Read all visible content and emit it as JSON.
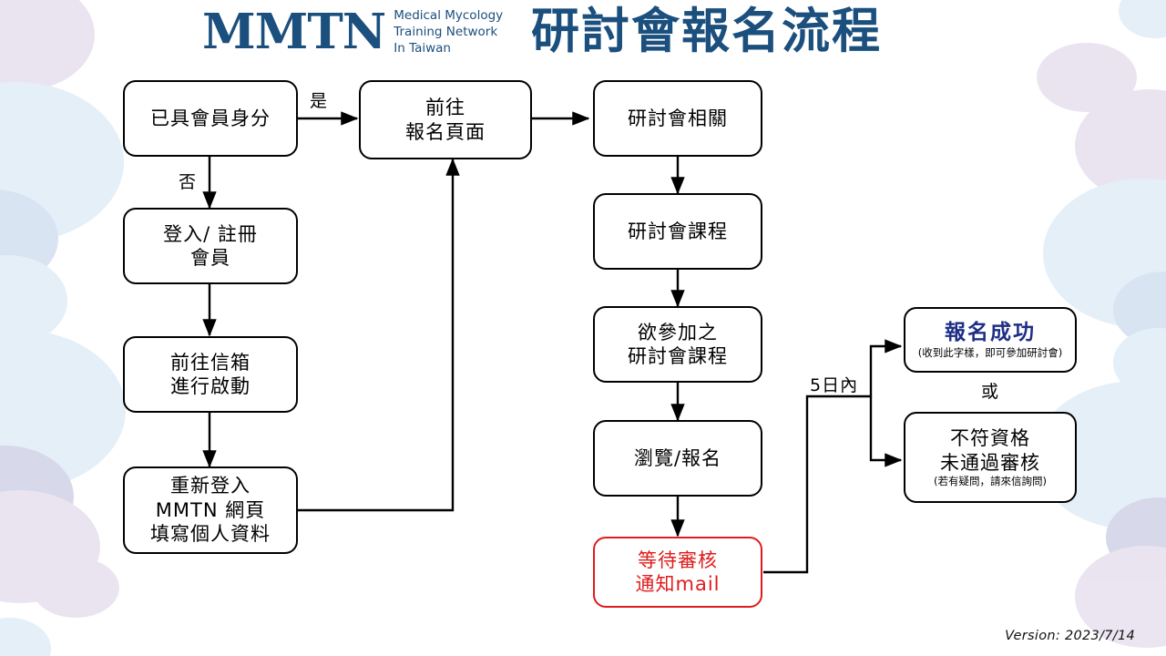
{
  "header": {
    "logo_mark": "MMTN",
    "logo_sub_line1": "Medical Mycology",
    "logo_sub_line2": "Training Network",
    "logo_sub_line3": "In Taiwan",
    "title": "研討會報名流程",
    "brand_color": "#1b4f7e"
  },
  "footer": {
    "version": "Version: 2023/7/14"
  },
  "colors": {
    "box_border": "#000000",
    "alert_border": "#e01b1b",
    "alert_text": "#e01b1b",
    "success_text": "#1f2f86",
    "blob_blue": "#cfe2f3",
    "blob_purple": "#d9cfe4"
  },
  "nodes": [
    {
      "id": "member-status",
      "line1": "已具會員身分"
    },
    {
      "id": "login-register",
      "line1": "登入/ 註冊",
      "line2": "會員"
    },
    {
      "id": "activate-mail",
      "line1": "前往信箱",
      "line2": "進行啟動"
    },
    {
      "id": "relogin-form",
      "line1": "重新登入",
      "line2": "MMTN 網頁",
      "line3": "填寫個人資料"
    },
    {
      "id": "goto-signup",
      "line1": "前往",
      "line2": "報名頁面"
    },
    {
      "id": "seminar-info",
      "line1": "研討會相關"
    },
    {
      "id": "seminar-course",
      "line1": "研討會課程"
    },
    {
      "id": "desired-course",
      "line1": "欲參加之",
      "line2": "研討會課程"
    },
    {
      "id": "browse-signup",
      "line1": "瀏覽/報名"
    },
    {
      "id": "await-review",
      "line1": "等待審核",
      "line2": "通知mail"
    },
    {
      "id": "success",
      "headline": "報名成功",
      "note": "(收到此字樣，即可參加研討會)"
    },
    {
      "id": "rejected",
      "line1": "不符資格",
      "line2": "未通過審核",
      "note": "(若有疑問，請來信詢問)"
    }
  ],
  "edge_labels": {
    "yes": "是",
    "no": "否",
    "within_5_days": "5日內",
    "or": "或"
  }
}
